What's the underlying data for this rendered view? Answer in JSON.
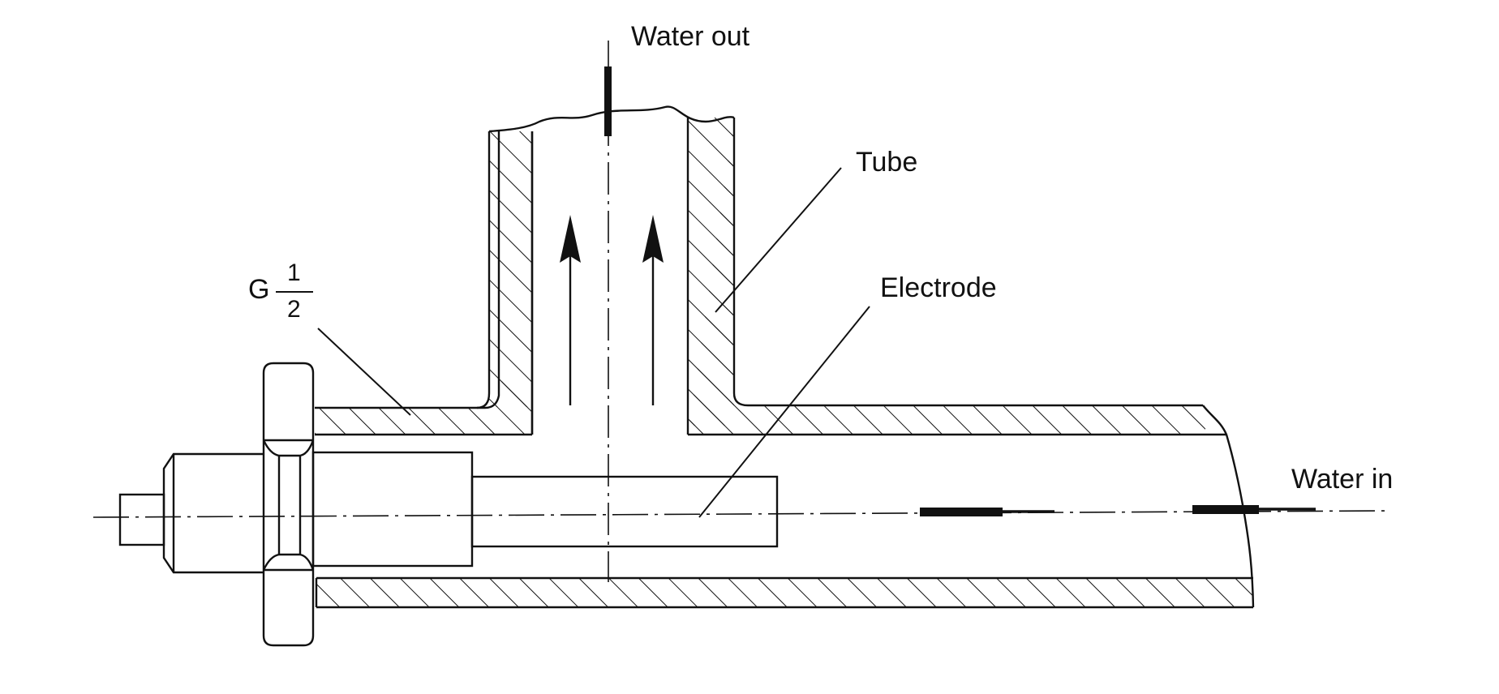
{
  "diagram": {
    "labels": {
      "water_out": "Water out",
      "water_in": "Water in",
      "tube": "Tube",
      "electrode": "Electrode",
      "thread_prefix": "G",
      "thread_numerator": "1",
      "thread_denominator": "2"
    },
    "colors": {
      "ink": "#111111",
      "background": "#ffffff"
    }
  }
}
